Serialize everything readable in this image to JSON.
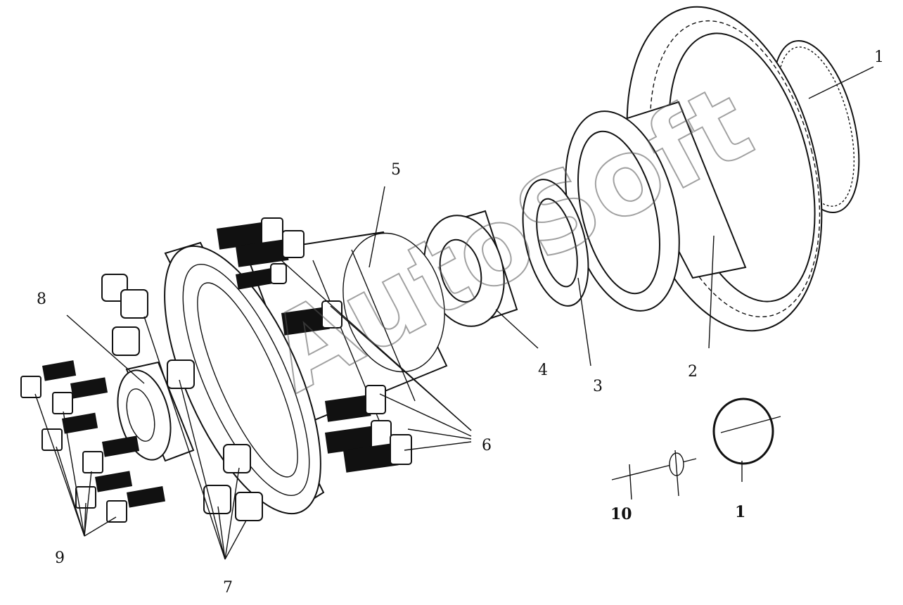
{
  "watermark": "AutoSoft",
  "callouts": {
    "c1_top": "1",
    "c2": "2",
    "c3": "3",
    "c4": "4",
    "c5": "5",
    "c6": "6",
    "c7": "7",
    "c8": "8",
    "c9": "9",
    "c10": "10",
    "c1_bottom": "1"
  }
}
